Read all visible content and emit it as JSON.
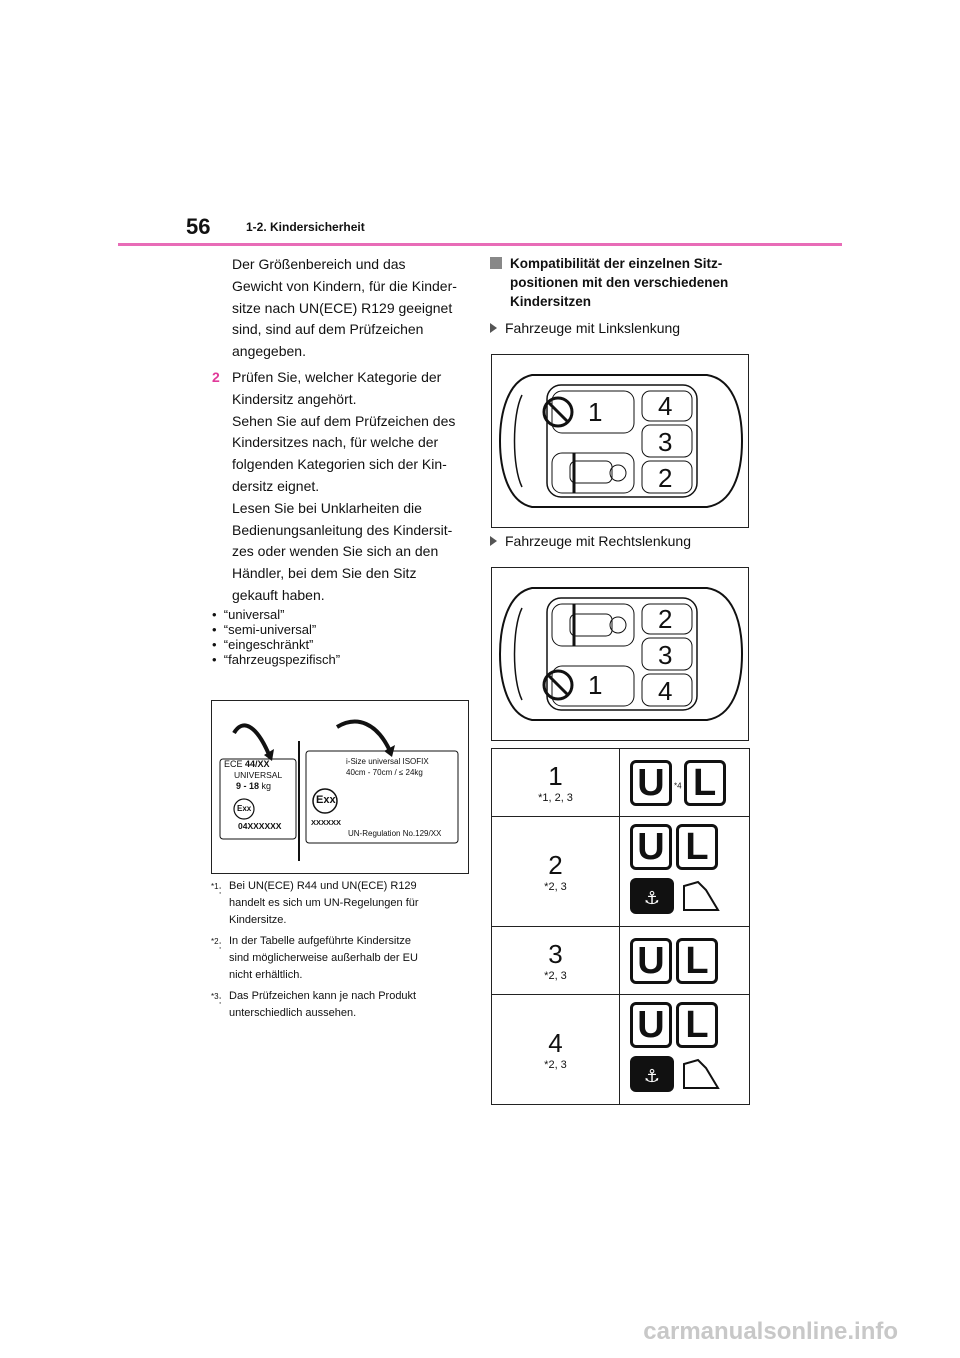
{
  "header": {
    "page_number": "56",
    "section": "1-2. Kindersicherheit"
  },
  "left": {
    "intro": [
      "Der Größenbereich und das",
      "Gewicht von Kindern, für die Kinder-",
      "sitze nach UN(ECE) R129 geeignet",
      "sind, sind auf dem Prüfzeichen",
      "angegeben."
    ],
    "step_number": "2",
    "step_lines": [
      "Prüfen Sie, welcher Kategorie der",
      "Kindersitz angehört.",
      "Sehen Sie auf dem Prüfzeichen des",
      "Kindersitzes nach, für welche der",
      "folgenden Kategorien sich der Kin-",
      "dersitz eignet.",
      "Lesen Sie bei Unklarheiten die",
      "Bedienungsanleitung des Kindersit-",
      "zes oder wenden Sie sich an den",
      "Händler, bei dem Sie den Sitz",
      "gekauft haben."
    ],
    "bullets": [
      "“universal”",
      "“semi-universal”",
      "“eingeschränkt”",
      "“fahrzeugspezifisch”"
    ],
    "label_fig": {
      "left": {
        "line1": "ECE",
        "line1b": "44/XX",
        "line2": "UNIVERSAL",
        "line3": "9 - 18",
        "line3b": "kg",
        "mark": "Exx",
        "code": "04XXXXXX"
      },
      "right": {
        "line1": "i-Size universal ISOFIX",
        "line2": "40cm - 70cm / ≤ 24kg",
        "mark": "Exx",
        "code": "XXXXXX",
        "reg": "UN-Regulation No.129/XX"
      }
    },
    "notes": [
      {
        "mark": "*1",
        "lines": [
          "Bei UN(ECE) R44 und UN(ECE) R129",
          "handelt es sich um UN-Regelungen für",
          "Kindersitze."
        ]
      },
      {
        "mark": "*2",
        "lines": [
          "In der Tabelle aufgeführte Kindersitze",
          "sind möglicherweise außerhalb der EU",
          "nicht erhältlich."
        ]
      },
      {
        "mark": "*3",
        "lines": [
          "Das Prüfzeichen kann je nach Produkt",
          "unterschiedlich aussehen."
        ]
      }
    ]
  },
  "right": {
    "heading_lines": [
      "Kompatibilität der einzelnen Sitz-",
      "positionen mit den verschiedenen",
      "Kindersitzen"
    ],
    "lhd_label": "Fahrzeuge mit Linkslenkung",
    "rhd_label": "Fahrzeuge mit Rechtslenkung",
    "lhd_seats": [
      "1",
      "4",
      "3",
      "2"
    ],
    "rhd_seats": [
      "2",
      "3",
      "1",
      "4"
    ],
    "table": [
      {
        "seat": "1",
        "ref": "*1, 2, 3",
        "u": "U",
        "l": "L",
        "u_mark": "*4",
        "isofix": false
      },
      {
        "seat": "2",
        "ref": "*2, 3",
        "u": "U",
        "l": "L",
        "u_mark": "",
        "isofix": true
      },
      {
        "seat": "3",
        "ref": "*2, 3",
        "u": "U",
        "l": "L",
        "u_mark": "",
        "isofix": false
      },
      {
        "seat": "4",
        "ref": "*2, 3",
        "u": "U",
        "l": "L",
        "u_mark": "",
        "isofix": true
      }
    ]
  },
  "footer": "carmanualsonline.info"
}
